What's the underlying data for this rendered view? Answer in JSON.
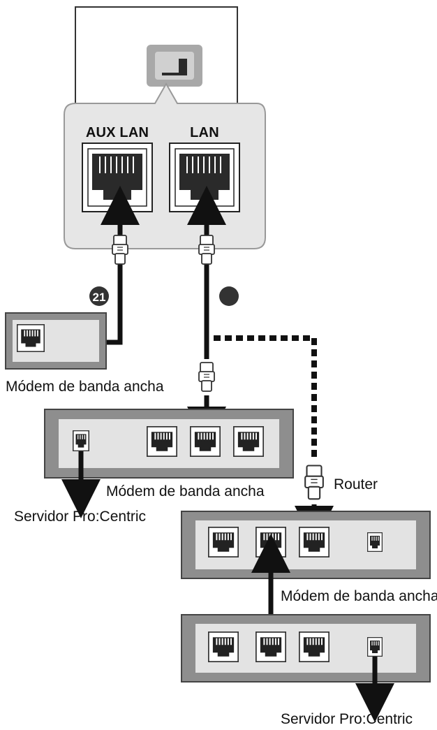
{
  "ports": {
    "aux_lan": "AUX LAN",
    "lan": "LAN"
  },
  "markers": {
    "badge_aux": "21"
  },
  "labels": {
    "modem_left": "Módem de banda ancha",
    "modem_main": "Módem de banda ancha",
    "router": "Router",
    "modem_right": "Módem de banda ancha",
    "server_left": "Servidor Pro:Centric",
    "server_bottom": "Servidor Pro:Centric"
  },
  "colors": {
    "device_dark": "#8e8e8e",
    "device_light": "#e3e3e3",
    "panel": "#e6e6e6",
    "cable": "#111111"
  }
}
